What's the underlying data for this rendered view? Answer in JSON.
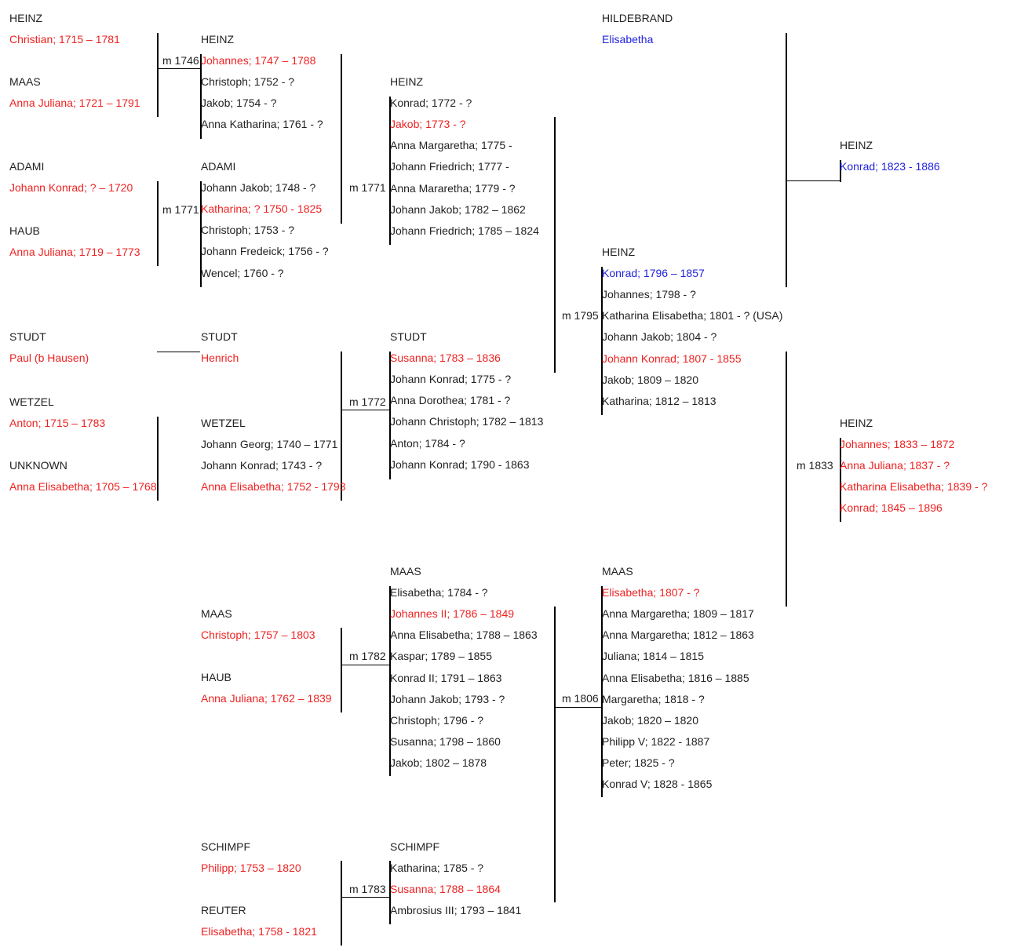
{
  "colors": {
    "direct_ancestor": "#ee2222",
    "focus_line": "#2222dd",
    "text": "#222222"
  },
  "groups": [
    {
      "key": "g1",
      "surname": "HEINZ",
      "people": [
        {
          "text": "Christian; 1715 – 1781",
          "highlight": "red"
        }
      ]
    },
    {
      "key": "g2",
      "surname": "MAAS",
      "people": [
        {
          "text": "Anna Juliana; 1721 – 1791",
          "highlight": "red"
        }
      ]
    },
    {
      "key": "g3",
      "surname": "ADAMI",
      "people": [
        {
          "text": "Johann Konrad; ? – 1720",
          "highlight": "red"
        }
      ]
    },
    {
      "key": "g4",
      "surname": "HAUB",
      "people": [
        {
          "text": "Anna Juliana; 1719 – 1773",
          "highlight": "red"
        }
      ]
    },
    {
      "key": "g5",
      "surname": "STUDT",
      "people": [
        {
          "text": "Paul (b Hausen)",
          "highlight": "red"
        }
      ]
    },
    {
      "key": "g6",
      "surname": "WETZEL",
      "people": [
        {
          "text": "Anton; 1715 – 1783",
          "highlight": "red"
        }
      ]
    },
    {
      "key": "g7",
      "surname": "UNKNOWN",
      "people": [
        {
          "text": "Anna Elisabetha; 1705 – 1768",
          "highlight": "red"
        }
      ]
    },
    {
      "key": "g8",
      "surname": "HEINZ",
      "people": [
        {
          "text": "Johannes; 1747 – 1788",
          "highlight": "red"
        },
        {
          "text": "Christoph; 1752 - ?",
          "highlight": ""
        },
        {
          "text": "Jakob; 1754 - ?",
          "highlight": ""
        },
        {
          "text": "Anna Katharina; 1761 - ?",
          "highlight": ""
        }
      ]
    },
    {
      "key": "g9",
      "surname": "ADAMI",
      "people": [
        {
          "text": "Johann Jakob; 1748 - ?",
          "highlight": ""
        },
        {
          "text": "Katharina; ? 1750 - 1825",
          "highlight": "red"
        },
        {
          "text": "Christoph; 1753 - ?",
          "highlight": ""
        },
        {
          "text": "Johann Fredeick; 1756 - ?",
          "highlight": ""
        },
        {
          "text": "Wencel; 1760 - ?",
          "highlight": ""
        }
      ]
    },
    {
      "key": "g10",
      "surname": "STUDT",
      "people": [
        {
          "text": "Henrich",
          "highlight": "red"
        }
      ]
    },
    {
      "key": "g11",
      "surname": "WETZEL",
      "people": [
        {
          "text": "Johann Georg; 1740 – 1771",
          "highlight": ""
        },
        {
          "text": "Johann Konrad; 1743 - ?",
          "highlight": ""
        },
        {
          "text": "Anna Elisabetha; 1752 - 1793",
          "highlight": "red"
        }
      ]
    },
    {
      "key": "g12",
      "surname": "MAAS",
      "people": [
        {
          "text": "Christoph; 1757 – 1803",
          "highlight": "red"
        }
      ]
    },
    {
      "key": "g13",
      "surname": "HAUB",
      "people": [
        {
          "text": "Anna Juliana; 1762 – 1839",
          "highlight": "red"
        }
      ]
    },
    {
      "key": "g14",
      "surname": "SCHIMPF",
      "people": [
        {
          "text": "Philipp; 1753 – 1820",
          "highlight": "red"
        }
      ]
    },
    {
      "key": "g15",
      "surname": "REUTER",
      "people": [
        {
          "text": "Elisabetha; 1758 - 1821",
          "highlight": "red"
        }
      ]
    },
    {
      "key": "g16",
      "surname": "HEINZ",
      "people": [
        {
          "text": "Konrad; 1772 - ?",
          "highlight": ""
        },
        {
          "text": "Jakob; 1773 - ?",
          "highlight": "red"
        },
        {
          "text": "Anna Margaretha; 1775 -",
          "highlight": ""
        },
        {
          "text": "Johann Friedrich; 1777 -",
          "highlight": ""
        },
        {
          "text": "Anna Mararetha; 1779 - ?",
          "highlight": ""
        },
        {
          "text": "Johann Jakob; 1782 – 1862",
          "highlight": ""
        },
        {
          "text": "Johann Friedrich; 1785 – 1824",
          "highlight": ""
        }
      ]
    },
    {
      "key": "g17",
      "surname": "STUDT",
      "people": [
        {
          "text": "Susanna; 1783 – 1836",
          "highlight": "red"
        },
        {
          "text": "Johann Konrad; 1775 - ?",
          "highlight": ""
        },
        {
          "text": "Anna Dorothea; 1781 - ?",
          "highlight": ""
        },
        {
          "text": "Johann Christoph; 1782 – 1813",
          "highlight": ""
        },
        {
          "text": "Anton; 1784 - ?",
          "highlight": ""
        },
        {
          "text": "Johann Konrad; 1790 - 1863",
          "highlight": ""
        }
      ]
    },
    {
      "key": "g18",
      "surname": "MAAS",
      "people": [
        {
          "text": "Elisabetha; 1784 - ?",
          "highlight": ""
        },
        {
          "text": "Johannes II; 1786 – 1849",
          "highlight": "red"
        },
        {
          "text": "Anna Elisabetha; 1788 – 1863",
          "highlight": ""
        },
        {
          "text": "Kaspar; 1789 – 1855",
          "highlight": ""
        },
        {
          "text": "Konrad II; 1791 – 1863",
          "highlight": ""
        },
        {
          "text": "Johann Jakob; 1793 - ?",
          "highlight": ""
        },
        {
          "text": "Christoph; 1796 - ?",
          "highlight": ""
        },
        {
          "text": "Susanna; 1798 – 1860",
          "highlight": ""
        },
        {
          "text": "Jakob; 1802 – 1878",
          "highlight": ""
        }
      ]
    },
    {
      "key": "g19",
      "surname": "SCHIMPF",
      "people": [
        {
          "text": "Katharina; 1785 - ?",
          "highlight": ""
        },
        {
          "text": "Susanna; 1788 – 1864",
          "highlight": "red"
        },
        {
          "text": "Ambrosius III; 1793 – 1841",
          "highlight": ""
        }
      ]
    },
    {
      "key": "g20",
      "surname": "HILDEBRAND",
      "people": [
        {
          "text": "Elisabetha",
          "highlight": "blue"
        }
      ]
    },
    {
      "key": "g21",
      "surname": "HEINZ",
      "people": [
        {
          "text": "Konrad; 1796 – 1857",
          "highlight": "blue"
        },
        {
          "text": "Johannes; 1798 - ?",
          "highlight": ""
        },
        {
          "text": "Katharina Elisabetha; 1801 - ? (USA)",
          "highlight": ""
        },
        {
          "text": "Johann Jakob; 1804 - ?",
          "highlight": ""
        },
        {
          "text": "Johann Konrad; 1807 - 1855",
          "highlight": "red"
        },
        {
          "text": "Jakob; 1809 – 1820",
          "highlight": ""
        },
        {
          "text": "Katharina; 1812 – 1813",
          "highlight": ""
        }
      ]
    },
    {
      "key": "g22",
      "surname": "MAAS",
      "people": [
        {
          "text": "Elisabetha; 1807 - ?",
          "highlight": "red"
        },
        {
          "text": "Anna Margaretha; 1809 – 1817",
          "highlight": ""
        },
        {
          "text": "Anna Margaretha; 1812 – 1863",
          "highlight": ""
        },
        {
          "text": "Juliana; 1814 – 1815",
          "highlight": ""
        },
        {
          "text": "Anna Elisabetha; 1816 – 1885",
          "highlight": ""
        },
        {
          "text": "Margaretha; 1818 - ?",
          "highlight": ""
        },
        {
          "text": "Jakob; 1820 – 1820",
          "highlight": ""
        },
        {
          "text": "Philipp V; 1822 - 1887",
          "highlight": ""
        },
        {
          "text": "Peter; 1825 - ?",
          "highlight": ""
        },
        {
          "text": "Konrad V; 1828 - 1865",
          "highlight": ""
        }
      ]
    },
    {
      "key": "g23",
      "surname": "HEINZ",
      "people": [
        {
          "text": "Konrad; 1823 - 1886",
          "highlight": "blue"
        }
      ]
    },
    {
      "key": "g24",
      "surname": "HEINZ",
      "people": [
        {
          "text": "Johannes; 1833 – 1872",
          "highlight": "red"
        },
        {
          "text": "Anna Juliana; 1837 - ?",
          "highlight": "red"
        },
        {
          "text": "Katharina Elisabetha; 1839 - ?",
          "highlight": "red"
        },
        {
          "text": "Konrad; 1845 – 1896",
          "highlight": "red"
        }
      ]
    }
  ],
  "marriages": [
    {
      "key": "m1",
      "label": "m 1746"
    },
    {
      "key": "m2",
      "label": "m 1771"
    },
    {
      "key": "m3",
      "label": "m 1771"
    },
    {
      "key": "m4",
      "label": "m 1772"
    },
    {
      "key": "m5",
      "label": "m 1782"
    },
    {
      "key": "m6",
      "label": "m 1783"
    },
    {
      "key": "m7",
      "label": "m 1795"
    },
    {
      "key": "m8",
      "label": "m 1806"
    },
    {
      "key": "m9",
      "label": "m 1833"
    }
  ]
}
